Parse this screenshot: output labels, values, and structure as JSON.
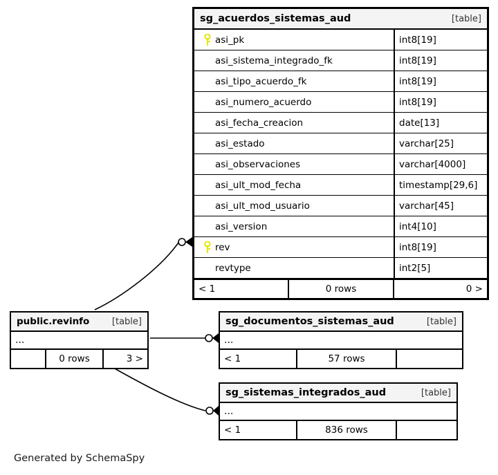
{
  "diagram": {
    "credit": "Generated by SchemaSpy",
    "kind_label": "[table]",
    "ellipsis": "...",
    "key_icon": "primary-key-icon",
    "key_color": "#e6e600"
  },
  "tables": {
    "acuerdos": {
      "name": "sg_acuerdos_sistemas_aud",
      "kind": "[table]",
      "columns": [
        {
          "name": "asi_pk",
          "type": "int8[19]",
          "pk": true
        },
        {
          "name": "asi_sistema_integrado_fk",
          "type": "int8[19]",
          "pk": false
        },
        {
          "name": "asi_tipo_acuerdo_fk",
          "type": "int8[19]",
          "pk": false
        },
        {
          "name": "asi_numero_acuerdo",
          "type": "int8[19]",
          "pk": false
        },
        {
          "name": "asi_fecha_creacion",
          "type": "date[13]",
          "pk": false
        },
        {
          "name": "asi_estado",
          "type": "varchar[25]",
          "pk": false
        },
        {
          "name": "asi_observaciones",
          "type": "varchar[4000]",
          "pk": false
        },
        {
          "name": "asi_ult_mod_fecha",
          "type": "timestamp[29,6]",
          "pk": false
        },
        {
          "name": "asi_ult_mod_usuario",
          "type": "varchar[45]",
          "pk": false
        },
        {
          "name": "asi_version",
          "type": "int4[10]",
          "pk": false
        },
        {
          "name": "rev",
          "type": "int8[19]",
          "pk": true
        },
        {
          "name": "revtype",
          "type": "int2[5]",
          "pk": false
        }
      ],
      "footer": {
        "left": "< 1",
        "center": "0 rows",
        "right": "0 >"
      }
    },
    "revinfo": {
      "name": "public.revinfo",
      "kind": "[table]",
      "body": "...",
      "footer": {
        "left": "",
        "center": "0 rows",
        "right": "3 >"
      }
    },
    "documentos": {
      "name": "sg_documentos_sistemas_aud",
      "kind": "[table]",
      "body": "...",
      "footer": {
        "left": "< 1",
        "center": "57 rows",
        "right": ""
      }
    },
    "sistemas": {
      "name": "sg_sistemas_integrados_aud",
      "kind": "[table]",
      "body": "...",
      "footer": {
        "left": "< 1",
        "center": "836 rows",
        "right": ""
      }
    }
  },
  "relationships": [
    {
      "from": "revinfo",
      "to": "acuerdos",
      "style": "curve-up",
      "cardinality": "zero-or-many"
    },
    {
      "from": "revinfo",
      "to": "documentos",
      "style": "straight",
      "cardinality": "zero-or-many"
    },
    {
      "from": "revinfo",
      "to": "sistemas",
      "style": "curve-down",
      "cardinality": "zero-or-many"
    }
  ]
}
